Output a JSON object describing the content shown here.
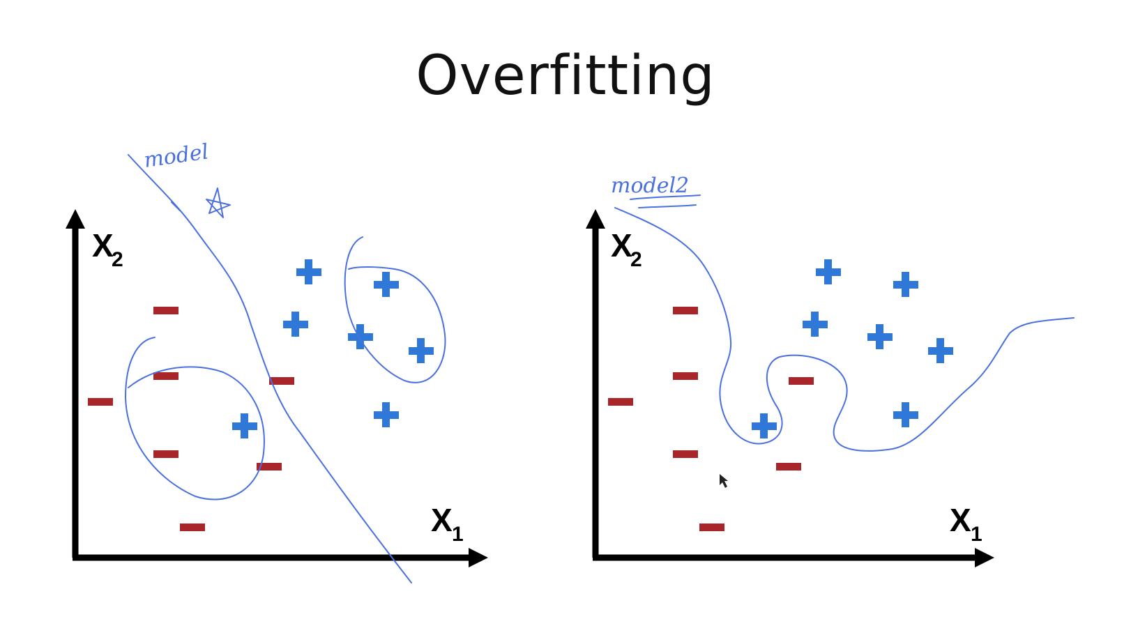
{
  "title": "Overfitting",
  "left_panel": {
    "annotation": "model",
    "x_axis_label": "X",
    "x_axis_sub": "1",
    "y_axis_label": "X",
    "y_axis_sub": "2"
  },
  "right_panel": {
    "annotation": "model2",
    "x_axis_label": "X",
    "x_axis_sub": "1",
    "y_axis_label": "X",
    "y_axis_sub": "2"
  },
  "colors": {
    "plus": "#2f78d8",
    "minus": "#a8262a",
    "axis": "#000000",
    "ink": "#4a6fe0"
  }
}
